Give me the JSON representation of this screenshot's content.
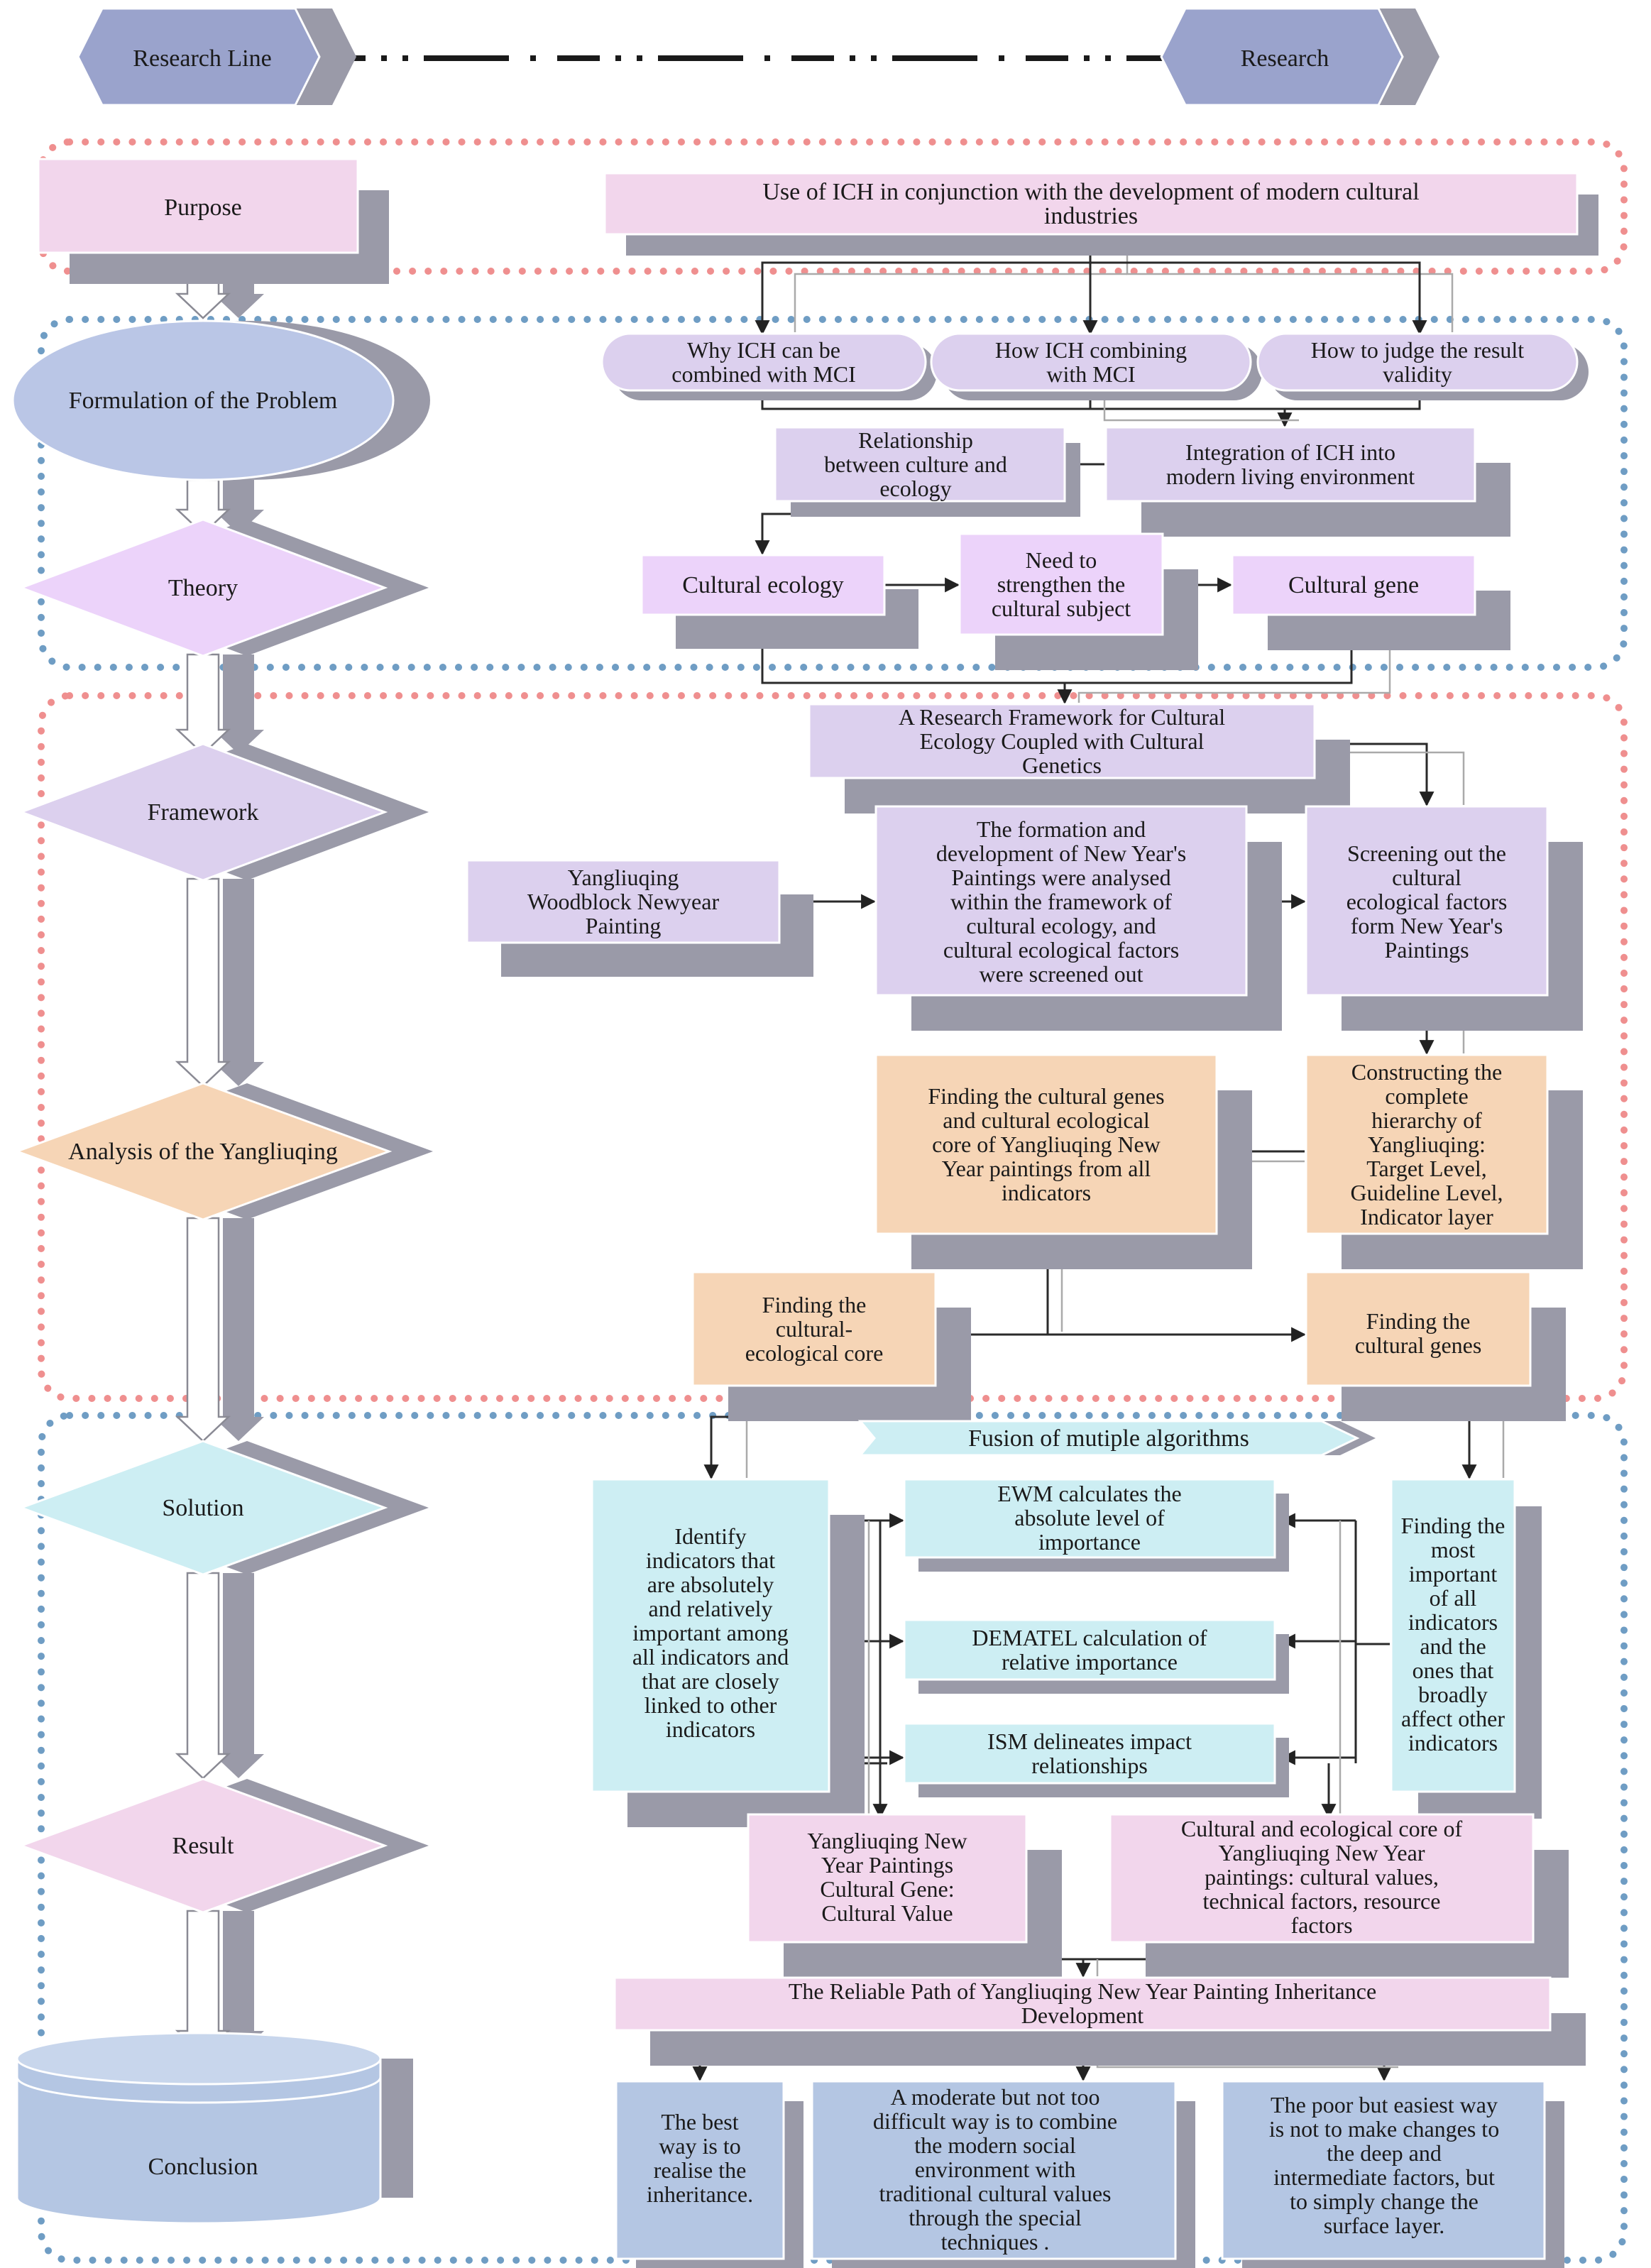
{
  "colors": {
    "navy": "#9aa3cc",
    "lavender": "#dcd0ee",
    "pink": "#f2d6ec",
    "violet": "#ecd3fa",
    "peach": "#f6d5b6",
    "cyan": "#cdeef3",
    "steel": "#b4c6e3",
    "shadow": "#9a9aa8",
    "red_dot": "#ef8f8f",
    "blue_dot": "#6f9dc4"
  },
  "header": {
    "left": "Research Line",
    "right": "Research"
  },
  "stages": {
    "purpose": "Purpose",
    "problem": "Formulation of the Problem",
    "theory": "Theory",
    "framework": "Framework",
    "analysis": "Analysis of the Yangliuqing",
    "solution": "Solution",
    "result": "Result",
    "conclusion": "Conclusion"
  },
  "boxes": {
    "ich_mci": [
      "Use of ICH in conjunction with the development of modern cultural",
      "industries"
    ],
    "q1": [
      "Why ICH can be",
      "combined with MCI"
    ],
    "q2": [
      "How ICH combining",
      "with MCI"
    ],
    "q3": [
      "How to judge the result",
      "validity"
    ],
    "rel_culture": [
      "Relationship",
      "between culture and",
      "ecology"
    ],
    "integration": [
      "Integration of ICH into",
      "modern living environment"
    ],
    "cult_eco": [
      "Cultural ecology"
    ],
    "strengthen": [
      "Need to",
      "strengthen the",
      "cultural subject"
    ],
    "cult_gene": [
      "Cultural gene"
    ],
    "framework_box": [
      "A Research Framework for Cultural",
      "Ecology Coupled with Cultural",
      "Genetics"
    ],
    "woodblock": [
      "Yangliuqing",
      "Woodblock Newyear",
      "Painting"
    ],
    "formation": [
      "The formation and",
      "development of New Year's",
      "Paintings were analysed",
      "within the framework of",
      "cultural ecology, and",
      "cultural ecological factors",
      "were screened out"
    ],
    "screening": [
      "Screening out the",
      "cultural",
      "ecological factors",
      "form New Year's",
      "Paintings"
    ],
    "finding_genes_core": [
      "Finding the cultural genes",
      "and cultural ecological",
      "core of Yangliuqing New",
      "Year paintings from all",
      "indicators"
    ],
    "hierarchy": [
      "Constructing the",
      "complete",
      "hierarchy of",
      "Yangliuqing:",
      "Target Level,",
      "Guideline Level,",
      "Indicator layer"
    ],
    "find_core": [
      "Finding the",
      "cultural-",
      "ecological core"
    ],
    "find_genes": [
      "Finding the",
      "cultural genes"
    ],
    "fusion": [
      "Fusion of mutiple algorithms"
    ],
    "identify": [
      "Identify",
      "indicators that",
      "are absolutely",
      "and relatively",
      "important among",
      "all indicators and",
      "that are closely",
      "linked to other",
      "indicators"
    ],
    "ewm": [
      "EWM calculates the",
      "absolute level of",
      "importance"
    ],
    "dematel": [
      "DEMATEL calculation of",
      "relative importance"
    ],
    "ism": [
      "ISM delineates impact",
      "relationships"
    ],
    "most_important": [
      "Finding the",
      "most",
      "important",
      "of all",
      "indicators",
      "and the",
      "ones that",
      "broadly",
      "affect other",
      "indicators"
    ],
    "res_gene": [
      "Yangliuqing New",
      "Year Paintings",
      "Cultural Gene:",
      "Cultural Value"
    ],
    "res_core": [
      "Cultural and ecological core of",
      "Yangliuqing New Year",
      "paintings: cultural values,",
      "technical factors, resource",
      "factors"
    ],
    "path": [
      "The Reliable Path of Yangliuqing New Year Painting Inheritance",
      "Development"
    ],
    "best": [
      "The best",
      "way is to",
      "realise the",
      "inheritance."
    ],
    "moderate": [
      "A moderate but not too",
      "difficult way is to combine",
      "the modern social",
      "environment with",
      "traditional cultural values",
      "through the special",
      "techniques ."
    ],
    "poor": [
      "The poor but easiest way",
      "is not to make changes to",
      "the deep and",
      "intermediate factors, but",
      "to simply change the",
      "surface layer."
    ]
  }
}
